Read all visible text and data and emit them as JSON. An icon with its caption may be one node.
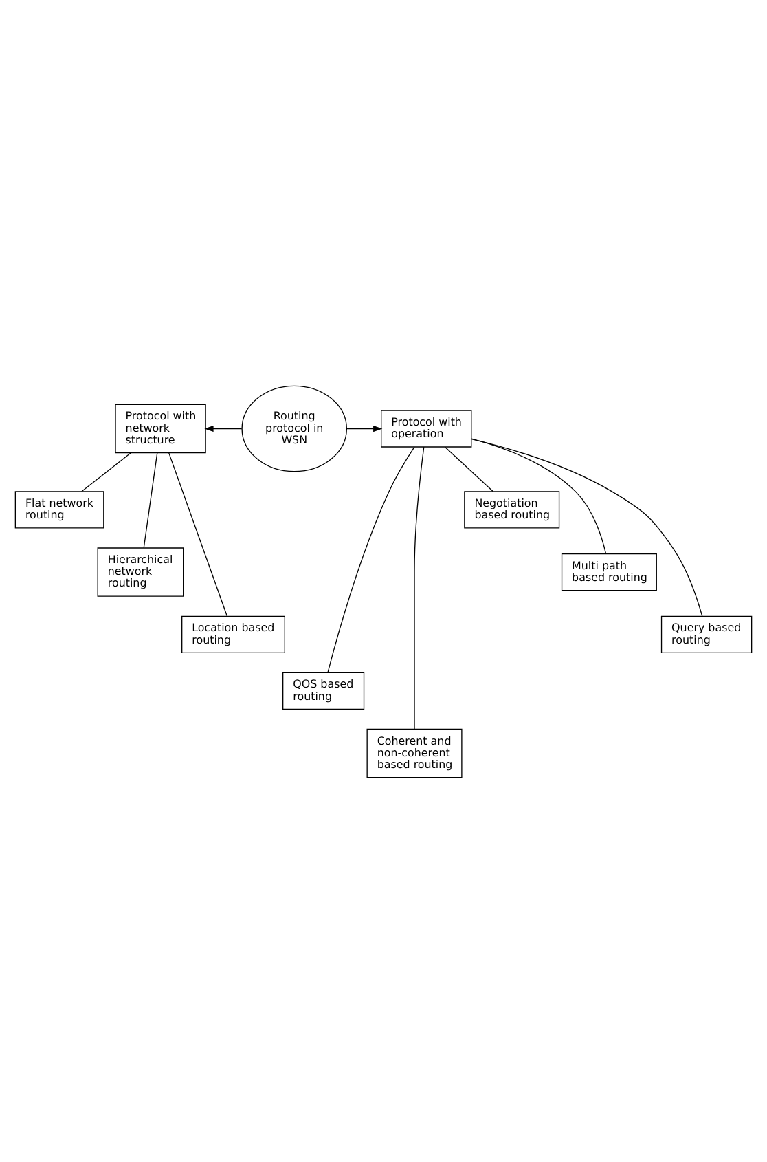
{
  "diagram": {
    "nodes": [
      {
        "text": [
          "Routing protocol in WSN"
        ]
      },
      {
        "text": [
          "Protocol with network structure"
        ]
      },
      {
        "text": [
          "Protocol with operation"
        ]
      },
      {
        "text": [
          "Flat network routing"
        ]
      },
      {
        "text": [
          "Hierarchical network routing"
        ]
      },
      {
        "text": [
          "Location based routing"
        ]
      },
      {
        "text": [
          "Negotiation based routing"
        ]
      },
      {
        "text": [
          "Multi path based routing"
        ]
      },
      {
        "text": [
          "Query based routing"
        ]
      },
      {
        "text": [
          "QOS based routing"
        ]
      },
      {
        "text": [
          "Coherent and non-coherent based routing"
        ]
      }
    ],
    "edges": [
      {
        "from": 0,
        "to": 1,
        "arrow": "to"
      },
      {
        "from": 0,
        "to": 2,
        "arrow": "to"
      },
      {
        "from": 1,
        "to": 3,
        "arrow": "none"
      },
      {
        "from": 1,
        "to": 4,
        "arrow": "none"
      },
      {
        "from": 1,
        "to": 5,
        "arrow": "none"
      },
      {
        "from": 2,
        "to": 6,
        "arrow": "none"
      },
      {
        "from": 2,
        "to": 7,
        "arrow": "none"
      },
      {
        "from": 2,
        "to": 8,
        "arrow": "none"
      },
      {
        "from": 2,
        "to": 9,
        "arrow": "none"
      },
      {
        "from": 2,
        "to": 10,
        "arrow": "none"
      }
    ]
  }
}
